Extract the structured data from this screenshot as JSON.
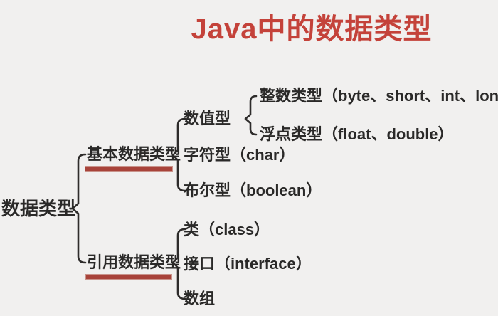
{
  "title": "Java中的数据类型",
  "colors": {
    "background": "#f1f0ef",
    "title_red": "#c4423a",
    "underline_red": "#a8433a",
    "text_dark": "#2a2928",
    "line_dark": "#2e2c2b"
  },
  "tree": {
    "root": "数据类型",
    "branches": [
      {
        "label": "基本数据类型",
        "underlined": true,
        "children": [
          {
            "label": "数值型",
            "children": [
              {
                "label": "整数类型（byte、short、int、long）"
              },
              {
                "label": "浮点类型（float、double）"
              }
            ]
          },
          {
            "label": "字符型（char）"
          },
          {
            "label": "布尔型（boolean）"
          }
        ]
      },
      {
        "label": "引用数据类型",
        "underlined": true,
        "children": [
          {
            "label": "类（class）"
          },
          {
            "label": "接口（interface）"
          },
          {
            "label": "数组"
          }
        ]
      }
    ]
  }
}
